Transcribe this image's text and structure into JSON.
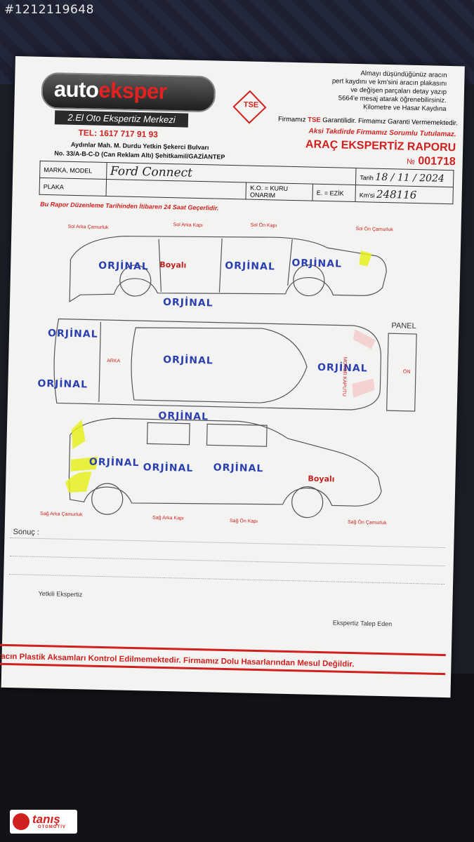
{
  "listing_id": "#1212119648",
  "company": {
    "logo_plain": "auto",
    "logo_red": "eksper",
    "subtitle": "2.El Oto Ekspertiz Merkezi",
    "phone": "TEL: 1617 717 91 93",
    "address_line1": "Aydınlar Mah. M. Durdu Yetkin Şekerci Bulvarı",
    "address_line2": "No. 33/A-B-C-D (Can Reklam Altı) Şehitkamil/GAZİANTEP"
  },
  "notice": {
    "line1": "Almayı düşündüğünüz aracın",
    "line2": "pert kaydını ve km'sini aracın plakasını",
    "line3": "ve değişen parçaları detay yazıp",
    "line4": "5664'e mesaj atarak öğrenebilirsiniz.",
    "line5": "Kilometre ve Hasar Kaydına",
    "guarantee_pre": "Firmamız ",
    "guarantee_tse": "TSE",
    "guarantee_mid": " Garantilidir.",
    "guarantee_post": "Firmamız Garanti Vermemektedir.",
    "tse_badge": "TSE",
    "accident": "Aksi Takdirde Firmamız Sorumlu Tutulamaz."
  },
  "report": {
    "title": "ARAÇ EKSPERTİZ RAPORU",
    "number_prefix": "№",
    "number": "001718"
  },
  "form": {
    "make_model_label": "MARKA, MODEL",
    "make_model_value": "Ford Connect",
    "date_label": "Tarih",
    "date_value": "18 / 11 / 2024",
    "plate_label": "PLAKA",
    "ko_label": "K.O. = KURU ONARIM",
    "e_label": "E. = EZİK",
    "km_label": "Km'si",
    "km_value": "248116"
  },
  "validity": "Bu Rapor Düzenleme Tarihinden İtibaren 24 Saat Geçerlidir.",
  "diagram": {
    "labels": {
      "sol_arka_camurluk": "Sol Arka Çamurluk",
      "sol_arka_kapi": "Sol Arka Kapı",
      "sol_on_kapi": "Sol Ön Kapı",
      "sol_on_camurluk": "Sol Ön Çamurluk",
      "sag_arka_camurluk": "Sağ Arka Çamurluk",
      "sag_arka_kapi": "Sağ Arka Kapı",
      "sag_on_kapi": "Sağ Ön Kapı",
      "sag_on_camurluk": "Sağ Ön Çamurluk",
      "panel": "PANEL",
      "on": "ÖN",
      "arka": "ARKA",
      "motor_kaputu": "MOTOR KAPUTU"
    },
    "marks": {
      "orjinal": "ORJİNAL",
      "boyali": "Boyalı"
    },
    "highlight_color": "#e6f020",
    "ink_color": "#2b3fb0"
  },
  "footer": {
    "sonuc_label": "Sonuç :",
    "yetkili": "Yetkili Ekspertiz",
    "talep": "Ekspertiz Talep Eden",
    "disclaimer": "Aracın Plastik Aksamları Kontrol Edilmemektedir. Firmamız Dolu Hasarlarından Mesul Değildir."
  },
  "dealer_logo": {
    "name": "tanış",
    "sub": "OTOMOTİV"
  }
}
